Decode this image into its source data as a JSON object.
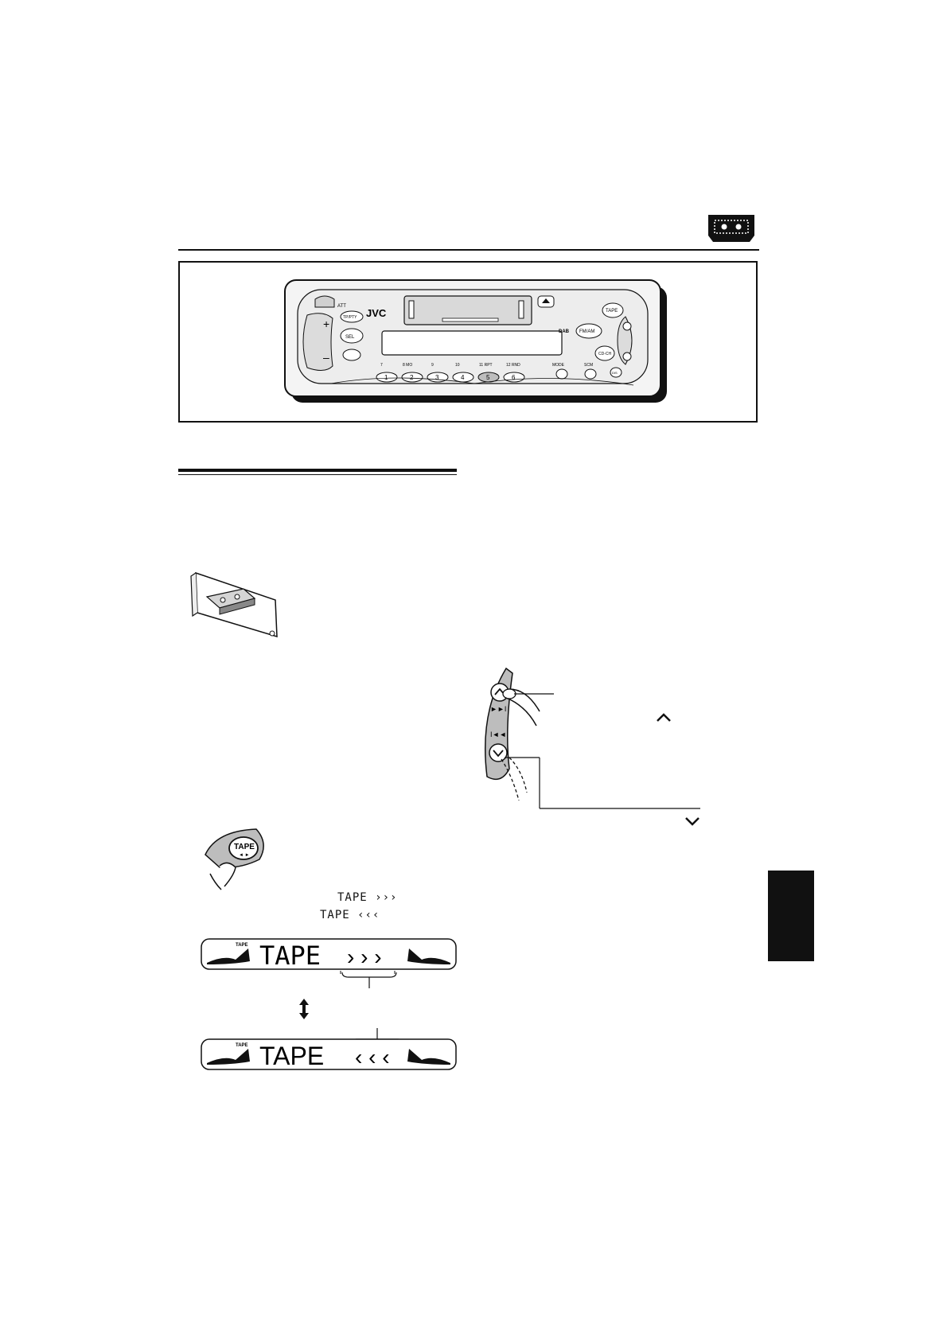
{
  "panel": {
    "brand": "JVC",
    "att_label": "ATT",
    "tp_pty": "TP/PTY",
    "sel": "SEL",
    "dab": "DAB",
    "fm_am": "FM/AM",
    "tape": "TAPE",
    "cd_ch": "CD-CH",
    "preset_labels": [
      "7",
      "8 MO",
      "9",
      "10",
      "11 RPT",
      "12 RND"
    ],
    "mode": "MODE",
    "scm": "SCM",
    "dis": "DIS",
    "preset_numbers": [
      "1",
      "2",
      "3",
      "4",
      "5",
      "6"
    ]
  },
  "tape_button_label": "TAPE",
  "display_small": {
    "forward": "TAPE ›››",
    "reverse": "TAPE ‹‹‹"
  },
  "lcd": {
    "indicator": "TAPE",
    "forward_word": "TAPE",
    "forward_arrows": "› › ›",
    "reverse_word": "TAPE",
    "reverse_arrows": "‹ ‹ ‹"
  },
  "colors": {
    "ink": "#111111",
    "panel_fill": "#ededed",
    "button_gray": "#bdbdbd"
  }
}
